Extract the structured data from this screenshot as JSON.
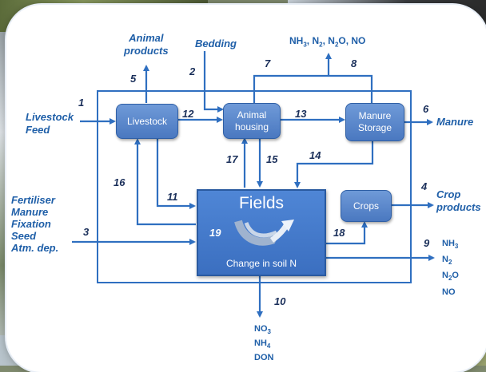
{
  "diagram": {
    "nodes": {
      "livestock": "Livestock",
      "animal_housing": [
        "Animal",
        "housing"
      ],
      "manure_storage": [
        "Manure",
        "Storage"
      ],
      "fields": "Fields",
      "change_in_soil_n": "Change in soil N",
      "crops": "Crops"
    },
    "labels": {
      "livestock_feed": [
        "Livestock",
        "Feed"
      ],
      "animal_products": [
        "Animal",
        "products"
      ],
      "bedding": "Bedding",
      "gases_top": [
        "NH",
        "3",
        ", N",
        "2",
        ", N",
        "2",
        "O, NO"
      ],
      "manure": "Manure",
      "crop_products": [
        "Crop",
        "products"
      ],
      "inputs_left": [
        "Fertiliser",
        "Manure",
        "Fixation",
        "Seed",
        "Atm. dep."
      ],
      "gases_right": [
        [
          "NH",
          "3"
        ],
        [
          "N",
          "2"
        ],
        [
          "N",
          "2",
          "O"
        ],
        [
          "NO"
        ]
      ],
      "leaching": [
        [
          "NO",
          "3"
        ],
        [
          "NH",
          "4"
        ],
        [
          "DON"
        ]
      ]
    },
    "flow_numbers": [
      "1",
      "2",
      "3",
      "4",
      "5",
      "6",
      "7",
      "8",
      "9",
      "10",
      "11",
      "12",
      "13",
      "14",
      "15",
      "16",
      "17",
      "18",
      "19"
    ]
  }
}
